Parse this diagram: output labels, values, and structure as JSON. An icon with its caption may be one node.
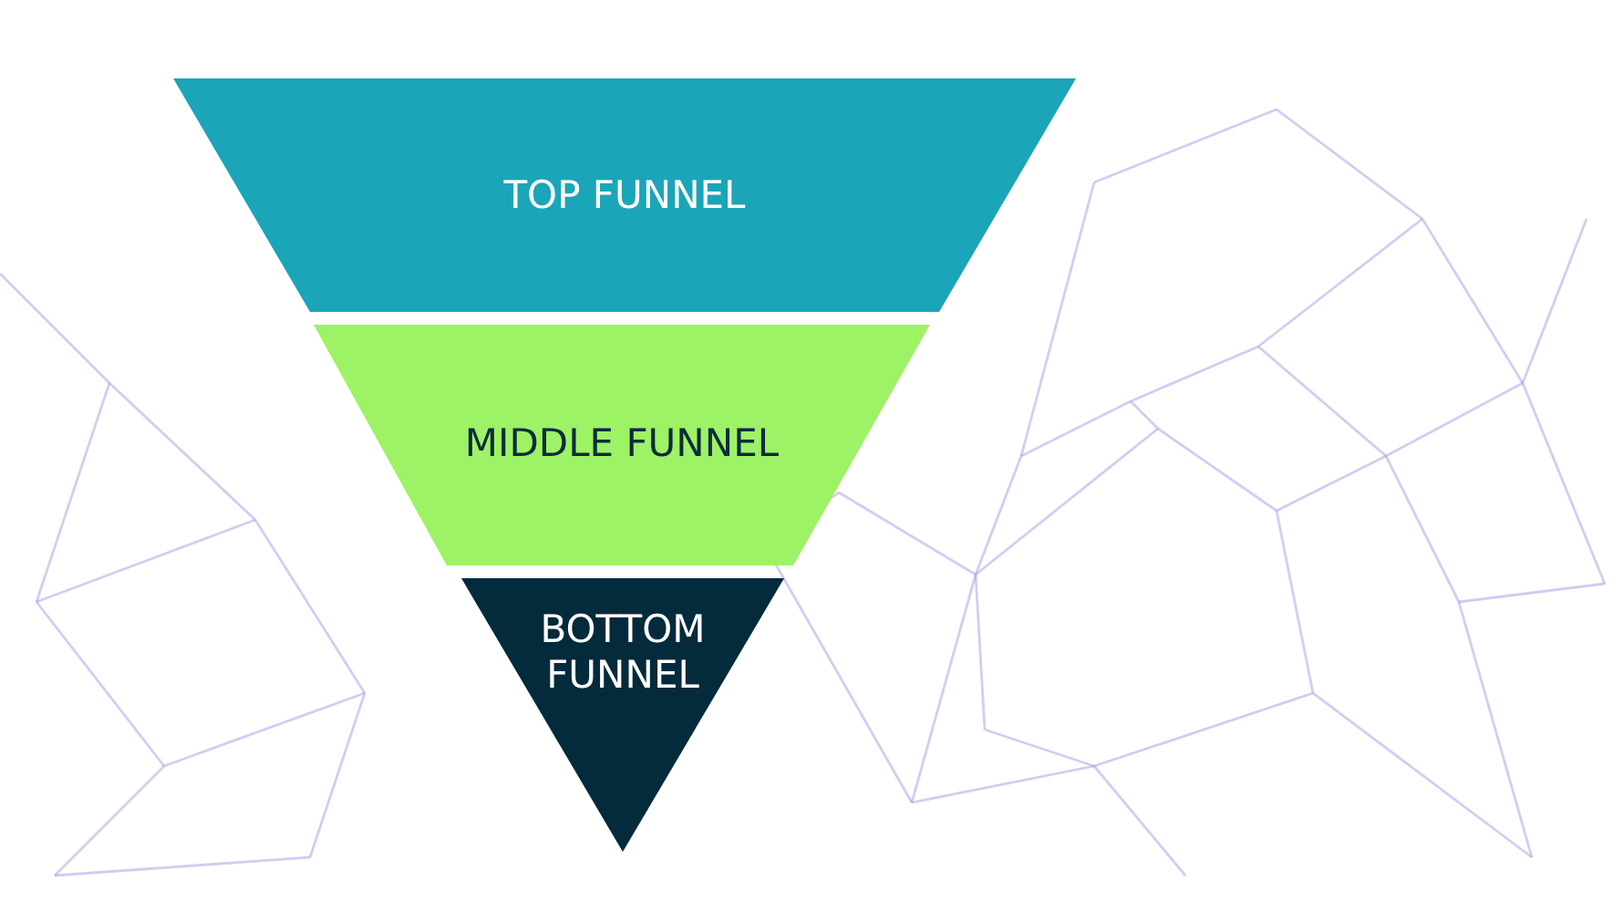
{
  "diagram": {
    "nodes": [
      {
        "text": [
          "TOP FUNNEL"
        ]
      },
      {
        "text": [
          "MIDDLE FUNNEL"
        ]
      },
      {
        "text": [
          "BOTTOM FUNNEL"
        ]
      }
    ]
  }
}
